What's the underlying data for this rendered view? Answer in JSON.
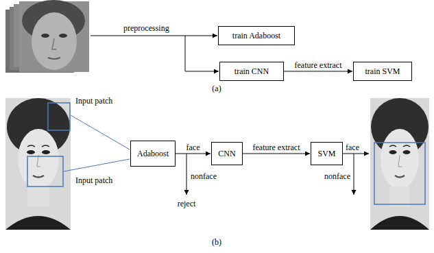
{
  "diagram": {
    "nodes": [
      {
        "text": [
          "train Adaboost"
        ]
      },
      {
        "text": [
          "train CNN"
        ]
      },
      {
        "text": [
          "train SVM"
        ]
      },
      {
        "text": [
          "Adaboost"
        ]
      },
      {
        "text": [
          "CNN"
        ]
      },
      {
        "text": [
          "SVM"
        ]
      }
    ],
    "edges": [
      {
        "from": 1,
        "to": 2,
        "label": "feature extract",
        "arrow": "to"
      },
      {
        "from": 3,
        "to": 4,
        "label": "face",
        "arrow": "to"
      },
      {
        "from": 4,
        "to": 5,
        "label": "feature extract",
        "arrow": "to"
      }
    ],
    "labels": [
      "preprocessing",
      "(a)",
      "Input patch",
      "Input patch",
      "nonface",
      "reject",
      "face",
      "nonface",
      "(b)"
    ]
  }
}
